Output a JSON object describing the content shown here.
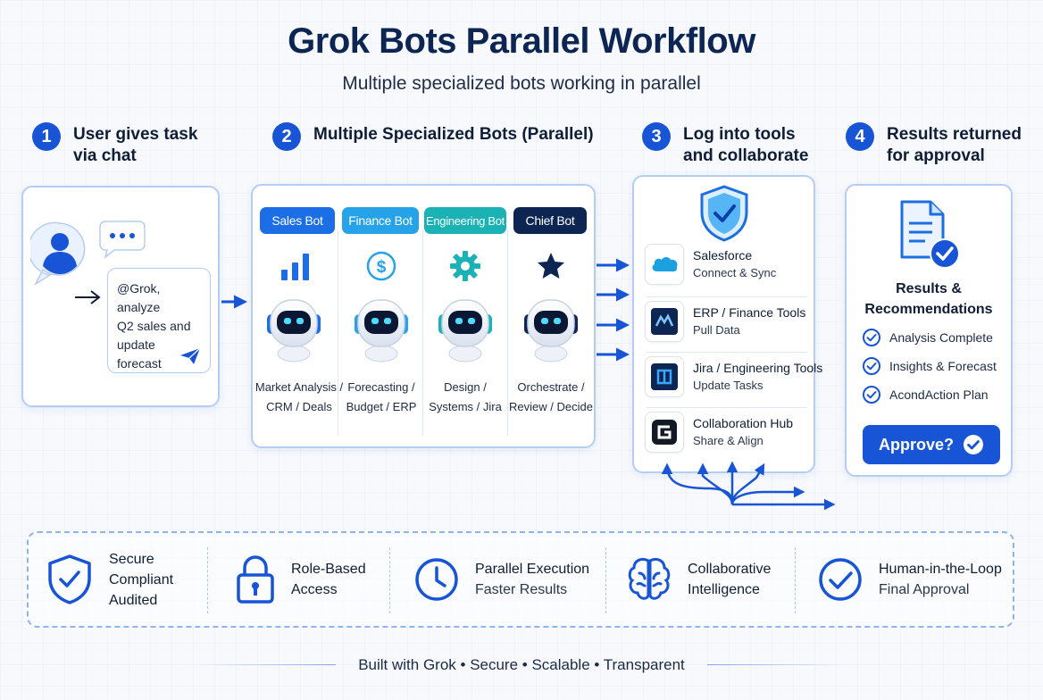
{
  "title": "Grok Bots Parallel Workflow",
  "subtitle": "Multiple specialized bots working in parallel",
  "steps": [
    {
      "num": "1",
      "line1": "User gives task",
      "line2": "via chat"
    },
    {
      "num": "2",
      "line1": "Multiple Specialized Bots (Parallel)",
      "line2": ""
    },
    {
      "num": "3",
      "line1": "Log into tools",
      "line2": "and collaborate"
    },
    {
      "num": "4",
      "line1": "Results returned",
      "line2": "for approval"
    }
  ],
  "chat": {
    "line1": "@Grok, analyze",
    "line2": "Q2 sales and",
    "line3": "update forecast"
  },
  "bots": [
    {
      "label": "Sales Bot",
      "desc1": "Market Analysis /",
      "desc2": "CRM / Deals",
      "color": "#1b6ee6"
    },
    {
      "label": "Finance Bot",
      "desc1": "Forecasting /",
      "desc2": "Budget / ERP",
      "color": "#26a3e8"
    },
    {
      "label": "Engineering Bot",
      "desc1": "Design /",
      "desc2": "Systems / Jira",
      "color": "#1bb2b5"
    },
    {
      "label": "Chief Bot",
      "desc1": "Orchestrate /",
      "desc2": "Review / Decide",
      "color": "#0c2552"
    }
  ],
  "tools": [
    {
      "name": "Salesforce",
      "sub": "Connect & Sync"
    },
    {
      "name": "ERP / Finance Tools",
      "sub": "Pull Data"
    },
    {
      "name": "Jira / Engineering Tools",
      "sub": "Update Tasks"
    },
    {
      "name": "Collaboration Hub",
      "sub": "Share & Align"
    }
  ],
  "results": {
    "title1": "Results &",
    "title2": "Recommendations",
    "items": [
      "Analysis Complete",
      "Insights & Forecast",
      "AcondAction Plan"
    ],
    "approve_label": "Approve?"
  },
  "features": [
    {
      "line1": "Secure",
      "line2": "Compliant",
      "line3": "Audited"
    },
    {
      "line1": "Role-Based",
      "line2": "Access"
    },
    {
      "line1": "Parallel Execution",
      "line2": "Faster Results"
    },
    {
      "line1": "Collaborative",
      "line2": "Intelligence"
    },
    {
      "line1": "Human-in-the-Loop",
      "line2": "Final Approval"
    }
  ],
  "footer": "Built with Grok • Secure • Scalable • Transparent",
  "colors": {
    "primary": "#1754d6",
    "navy": "#0c2552",
    "panel_border": "#b6cdf3"
  }
}
